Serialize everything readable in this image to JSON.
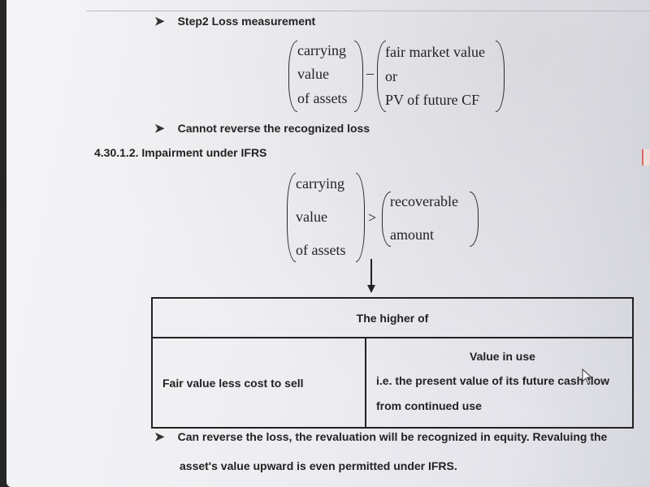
{
  "bullets": {
    "step2": "Step2 Loss measurement",
    "cannot_reverse": "Cannot reverse the recognized loss",
    "can_reverse_line1": "Can reverse the loss, the revaluation will be recognized in equity. Revaluing the",
    "can_reverse_line2": "asset's value upward is even permitted under IFRS."
  },
  "section_heading": "4.30.1.2.  Impairment under IFRS",
  "formula1": {
    "left": [
      "carrying",
      "value",
      "of assets"
    ],
    "operator": "–",
    "right": [
      "fair market value",
      "or",
      "PV of future CF"
    ]
  },
  "formula2": {
    "left": [
      "carrying",
      "value",
      "of assets"
    ],
    "operator": ">",
    "right": [
      "recoverable",
      "amount"
    ]
  },
  "table": {
    "header": "The higher of",
    "left_cell": "Fair value less cost to sell",
    "right_cell_title": "Value in use",
    "right_cell_line1": "i.e. the present value of its future cash flow",
    "right_cell_line2": "from continued use"
  }
}
